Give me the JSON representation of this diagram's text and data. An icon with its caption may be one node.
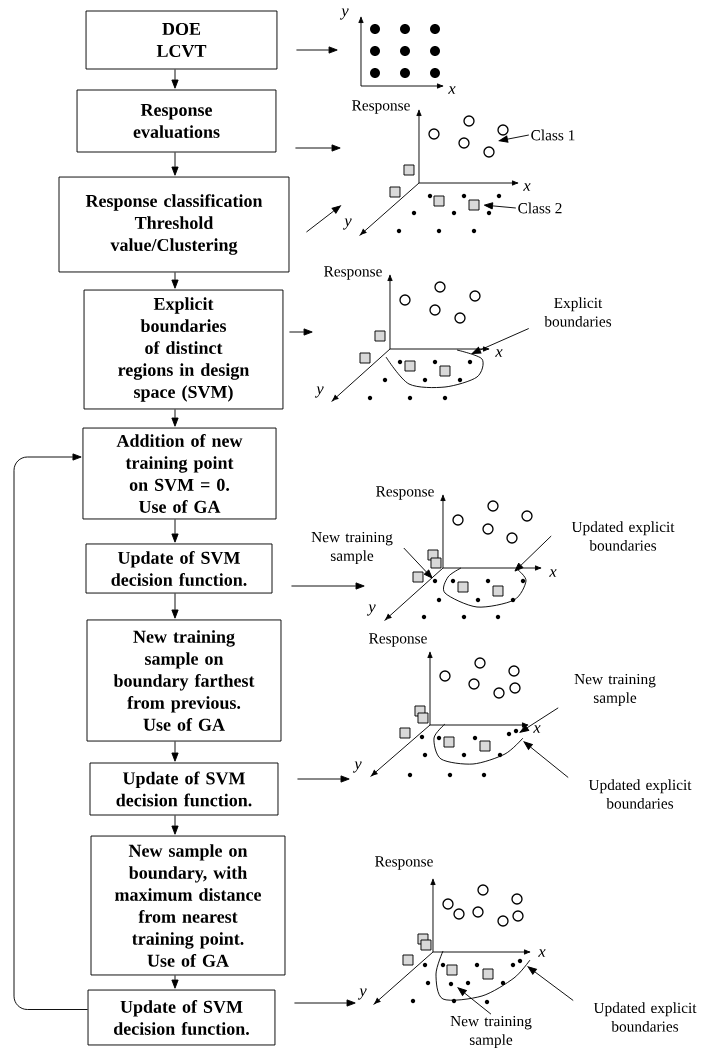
{
  "diagram": {
    "nodes": [
      {
        "text": [
          "DOE",
          "LCVT"
        ]
      },
      {
        "text": [
          "Response evaluations"
        ]
      },
      {
        "text": [
          "Response classification",
          "Threshold value/Clustering"
        ]
      },
      {
        "text": [
          "Explicit boundaries of distinct regions in design space (SVM)"
        ]
      },
      {
        "text": [
          "Addition of new training point on SVM = 0.",
          "Use of GA"
        ]
      },
      {
        "text": [
          "Update of SVM decision function."
        ]
      },
      {
        "text": [
          "New training sample on boundary farthest from previous.",
          "Use of GA"
        ]
      },
      {
        "text": [
          "Update of SVM decision function."
        ]
      },
      {
        "text": [
          "New sample on boundary, with maximum distance from nearest training point.",
          "Use of GA"
        ]
      },
      {
        "text": [
          "Update of SVM decision function."
        ]
      },
      {
        "text": [],
        "shape": "picture",
        "beside": [
          "y",
          "x"
        ]
      },
      {
        "text": [],
        "shape": "picture",
        "beside": [
          "Response",
          "x",
          "y"
        ]
      },
      {
        "text": [],
        "shape": "picture",
        "beside": [
          "Response",
          "x",
          "y"
        ]
      },
      {
        "text": [],
        "shape": "picture",
        "beside": [
          "Response",
          "x",
          "y"
        ]
      },
      {
        "text": [],
        "shape": "picture",
        "beside": [
          "Response",
          "x",
          "y"
        ]
      },
      {
        "text": [],
        "shape": "picture",
        "beside": [
          "Response",
          "x",
          "y"
        ]
      },
      {
        "text": [
          "Class 1"
        ]
      },
      {
        "text": [
          "Class 2"
        ]
      },
      {
        "text": [
          "Explicit boundaries"
        ]
      },
      {
        "text": [
          "New training sample"
        ]
      },
      {
        "text": [
          "Updated explicit boundaries"
        ]
      },
      {
        "text": [
          "New training sample"
        ]
      },
      {
        "text": [
          "Updated explicit boundaries"
        ]
      },
      {
        "text": [
          "New training sample"
        ]
      },
      {
        "text": [
          "Updated explicit boundaries"
        ]
      }
    ],
    "edges": [
      {
        "from": 0,
        "to": 1,
        "arrow": "to"
      },
      {
        "from": 1,
        "to": 2,
        "arrow": "to"
      },
      {
        "from": 2,
        "to": 3,
        "arrow": "to"
      },
      {
        "from": 3,
        "to": 4,
        "arrow": "to"
      },
      {
        "from": 4,
        "to": 5,
        "arrow": "to"
      },
      {
        "from": 5,
        "to": 6,
        "arrow": "to"
      },
      {
        "from": 6,
        "to": 7,
        "arrow": "to"
      },
      {
        "from": 7,
        "to": 8,
        "arrow": "to"
      },
      {
        "from": 8,
        "to": 9,
        "arrow": "to"
      },
      {
        "from": 9,
        "to": 4,
        "arrow": "to"
      },
      {
        "from": 0,
        "to": 10,
        "arrow": "to"
      },
      {
        "from": 1,
        "to": 11,
        "arrow": "to"
      },
      {
        "from": 2,
        "to": 11,
        "arrow": "to"
      },
      {
        "from": 3,
        "to": 12,
        "arrow": "to"
      },
      {
        "from": 5,
        "to": 13,
        "arrow": "to"
      },
      {
        "from": 7,
        "to": 14,
        "arrow": "to"
      },
      {
        "from": 9,
        "to": 15,
        "arrow": "to"
      },
      {
        "from": 16,
        "to": 11,
        "arrow": "to"
      },
      {
        "from": 17,
        "to": 11,
        "arrow": "to"
      },
      {
        "from": 18,
        "to": 12,
        "arrow": "to"
      },
      {
        "from": 19,
        "to": 13,
        "arrow": "to"
      },
      {
        "from": 20,
        "to": 13,
        "arrow": "to"
      },
      {
        "from": 21,
        "to": 14,
        "arrow": "to"
      },
      {
        "from": 22,
        "to": 14,
        "arrow": "to"
      },
      {
        "from": 23,
        "to": 15,
        "arrow": "to"
      },
      {
        "from": 24,
        "to": 15,
        "arrow": "to"
      }
    ]
  }
}
